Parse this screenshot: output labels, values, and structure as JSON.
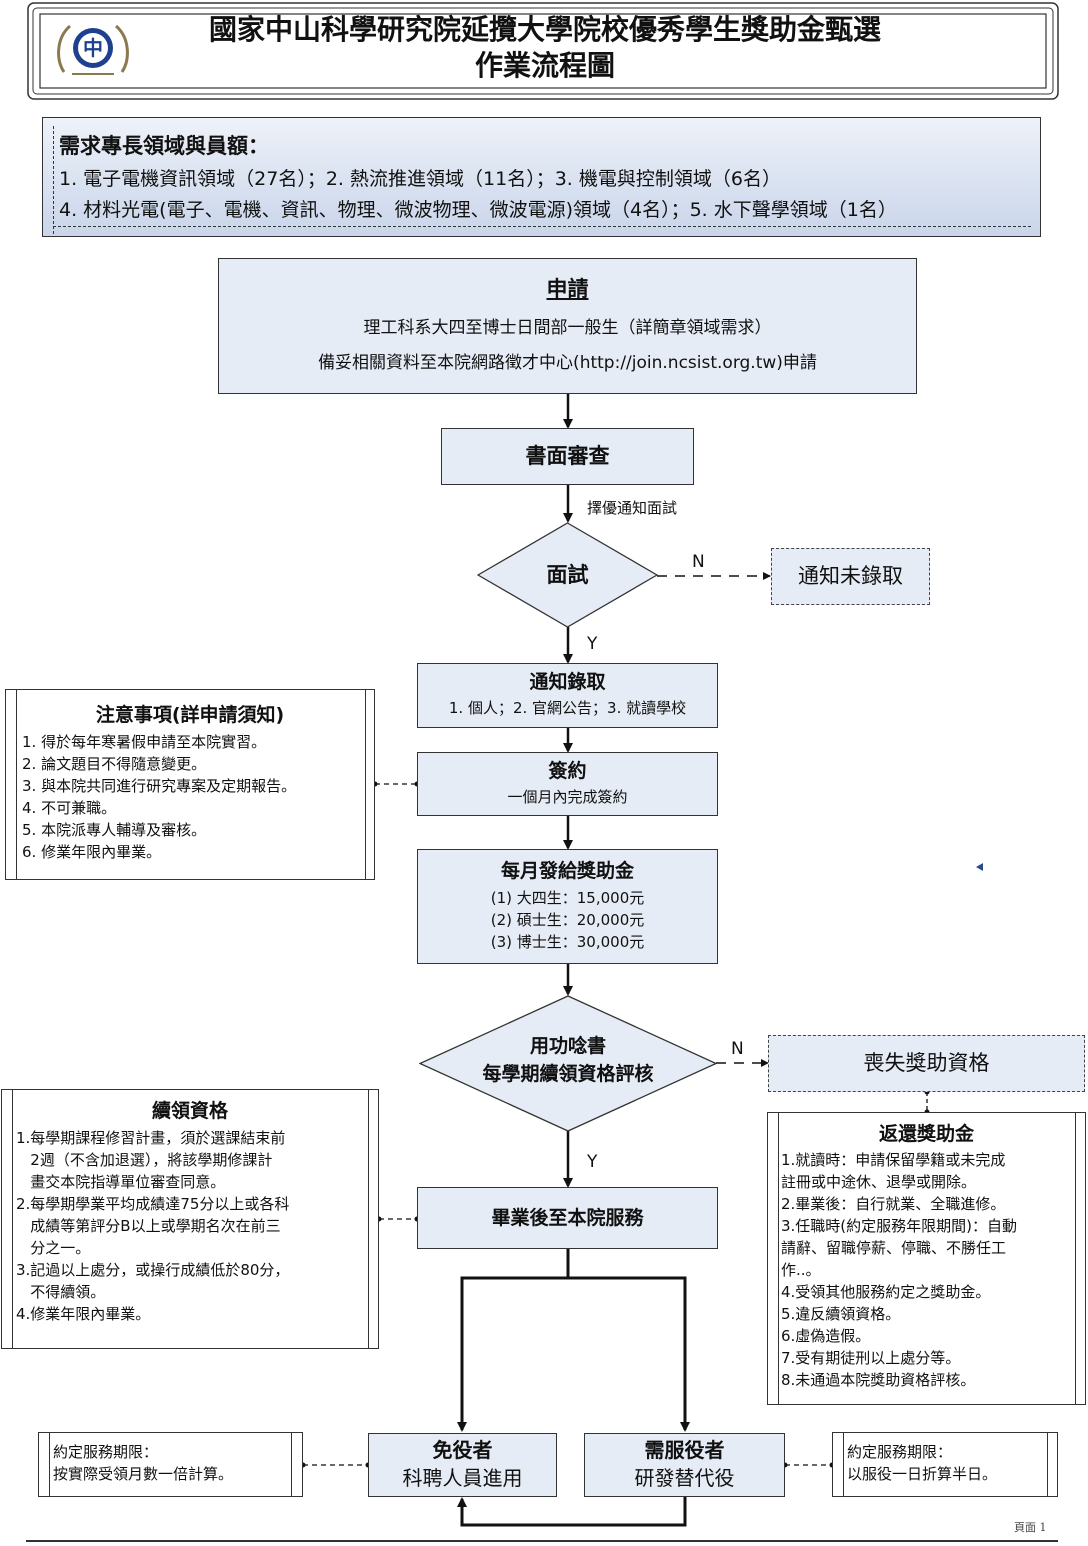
{
  "header": {
    "title_line1": "國家中山科學研究院延攬大學院校優秀學生獎助金甄選",
    "title_line2": "作業流程圖",
    "logo_symbol": "中"
  },
  "requirements": {
    "heading": "需求專長領域與員額：",
    "line1": "1. 電子電機資訊領域（27名）；2. 熱流推進領域（11名）；3. 機電與控制領域（6名）",
    "line2": "4. 材料光電(電子、電機、資訊、物理、微波物理、微波電源)領域（4名）；5. 水下聲學領域（1名）"
  },
  "flow": {
    "apply": {
      "title": "申請",
      "line1": "理工科系大四至博士日間部一般生（詳簡章領域需求）",
      "line2": "備妥相關資料至本院網路徵才中心(http://join.ncsist.org.tw)申請"
    },
    "review": {
      "title": "書面審查"
    },
    "review_note": "擇優通知面試",
    "interview": {
      "title": "面試"
    },
    "interview_no": "N",
    "interview_yes": "Y",
    "rejected": "通知未錄取",
    "accepted": {
      "title": "通知錄取",
      "sub": "1. 個人；2. 官網公告；3. 就讀學校"
    },
    "sign": {
      "title": "簽約",
      "sub": "一個月內完成簽約"
    },
    "monthly": {
      "title": "每月發給獎助金",
      "items": [
        "(1) 大四生：15,000元",
        "(2) 碩士生：20,000元",
        "(3) 博士生：30,000元"
      ]
    },
    "evaluation": {
      "line1": "用功唸書",
      "line2": "每學期續領資格評核"
    },
    "eval_no": "N",
    "eval_yes": "Y",
    "lose": "喪失獎助資格",
    "service": {
      "title": "畢業後至本院服務"
    },
    "exempt": {
      "title": "免役者",
      "sub": "科聘人員進用"
    },
    "required": {
      "title": "需服役者",
      "sub": "研發替代役"
    }
  },
  "notes": {
    "attention": {
      "title": "注意事項(詳申請須知)",
      "items": [
        "1. 得於每年寒暑假申請至本院實習。",
        "2. 論文題目不得隨意變更。",
        "3. 與本院共同進行研究專案及定期報告。",
        "4. 不可兼職。",
        "5. 本院派專人輔導及審核。",
        "6. 修業年限內畢業。"
      ]
    },
    "renewal": {
      "title": "續領資格",
      "lines": [
        "1.每學期課程修習計畫，須於選課結束前",
        "   2週（不含加退選），將該學期修課計",
        "   畫交本院指導單位審查同意。",
        "2.每學期學業平均成績達75分以上或各科",
        "   成績等第評分B以上或學期名次在前三",
        "   分之一。",
        "3.記過以上處分，或操行成績低於80分，",
        "   不得續領。",
        "4.修業年限內畢業。"
      ]
    },
    "refund": {
      "title": "返還獎助金",
      "lines": [
        "1.就讀時：申請保留學籍或未完成",
        "註冊或中途休、退學或開除。",
        "2.畢業後：自行就業、全職進修。",
        "3.任職時(約定服務年限期間)：自動",
        "請辭、留職停薪、停職、不勝任工",
        "作..。",
        "4.受領其他服務約定之獎助金。",
        "5.違反續領資格。",
        "6.虛偽造假。",
        "7.受有期徒刑以上處分等。",
        "8.未通過本院獎助資格評核。"
      ]
    },
    "exempt_term": {
      "line1": "約定服務期限：",
      "line2": "按實際受領月數一倍計算。"
    },
    "required_term": {
      "line1": "約定服務期限：",
      "line2": "以服役一日折算半日。"
    }
  },
  "footer": {
    "page_label": "頁面 1"
  }
}
